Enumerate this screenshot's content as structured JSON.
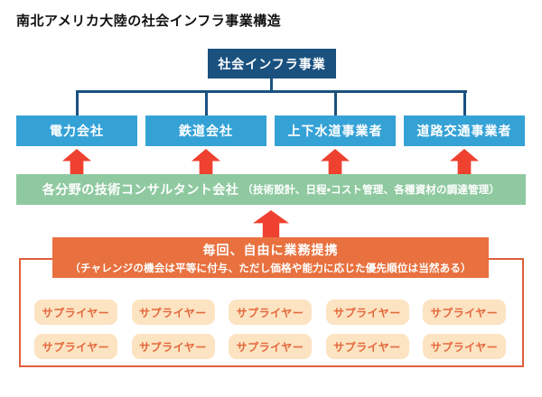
{
  "title": "南北アメリカ大陸の社会インフラ事業構造",
  "diagram": {
    "root": {
      "label": "社会インフラ事業"
    },
    "operators": [
      {
        "label": "電力会社"
      },
      {
        "label": "鉄道会社"
      },
      {
        "label": "上下水道事業者"
      },
      {
        "label": "道路交通事業者"
      }
    ],
    "consultant_bar": {
      "main": "各分野の技術コンサルタント会社",
      "note": "（技術設計、日程・コスト管理、各種資材の調達管理）"
    },
    "partnership": {
      "main": "毎回、自由に業務提携",
      "note": "（チャレンジの機会は平等に付与、ただし価格や能力に応じた優先順位は当然ある）"
    },
    "suppliers": [
      "サプライヤー",
      "サプライヤー",
      "サプライヤー",
      "サプライヤー",
      "サプライヤー",
      "サプライヤー",
      "サプライヤー",
      "サプライヤー",
      "サプライヤー",
      "サプライヤー"
    ],
    "icons": {
      "up_arrow": "up-arrow"
    }
  },
  "colors": {
    "navy": "#1a517f",
    "blue": "#35a2d6",
    "green": "#8fc9a0",
    "red": "#ee4130",
    "orange": "#e8713f",
    "frame": "#e0603a",
    "chip": "#fce3c1",
    "chiptext": "#e4673c"
  }
}
